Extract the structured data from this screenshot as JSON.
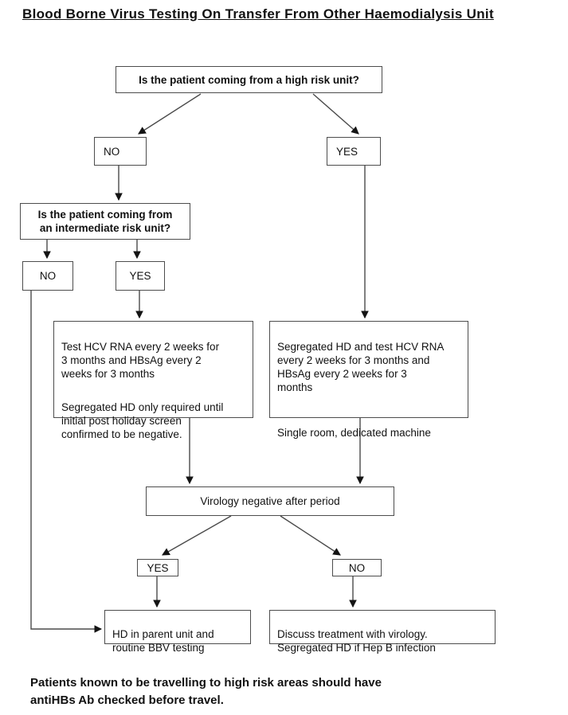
{
  "title": "Blood Borne Virus Testing On Transfer From Other Haemodialysis Unit",
  "nodes": {
    "high_risk_question": "Is the patient coming from a high risk unit?",
    "no_high": "NO",
    "yes_high": "YES",
    "intermediate_question": "Is the patient coming from\nan intermediate risk unit?",
    "no_intermediate": "NO",
    "yes_intermediate": "YES",
    "intermediate_plan": {
      "p1": "Test HCV RNA every 2 weeks for\n3 months and HBsAg every 2\nweeks for 3 months",
      "p2": "Segregated HD only required until\ninitial post holiday screen\nconfirmed to be negative."
    },
    "high_risk_plan": {
      "p1": "Segregated HD and test HCV RNA\nevery 2 weeks for 3 months and\nHBsAg every 2 weeks for 3\nmonths",
      "p2": "Single room, dedicated machine"
    },
    "virology_check": "Virology negative after period",
    "yes_virology": "YES",
    "no_virology": "NO",
    "parent_unit_plan": "HD in parent unit and\nroutine BBV testing",
    "discuss_plan": "Discuss treatment with virology.\nSegregated HD if Hep B infection"
  },
  "footer": "Patients known to be travelling to high risk areas should have\nantiHBs Ab checked before travel.",
  "colors": {
    "background": "#ffffff",
    "box_border": "#4d4d4d",
    "connector_line": "#4a4a4a",
    "arrowhead": "#141414",
    "text": "#111111"
  }
}
